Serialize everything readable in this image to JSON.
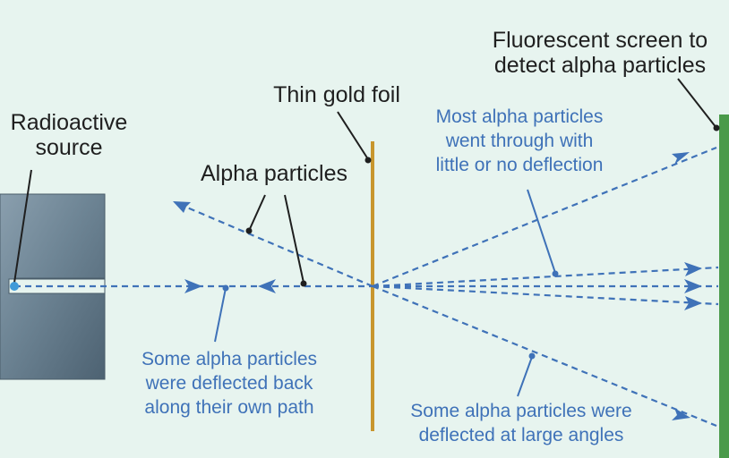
{
  "labels": {
    "source": [
      "Radioactive",
      "source"
    ],
    "alpha": "Alpha particles",
    "foil": "Thin gold foil",
    "screen": [
      "Fluorescent screen to",
      "detect alpha particles"
    ],
    "most": [
      "Most alpha particles",
      "went through with",
      "little or no deflection"
    ],
    "back": [
      "Some alpha particles",
      "were deflected back",
      "along their own path"
    ],
    "large": [
      "Some alpha particles were",
      "deflected at large angles"
    ]
  },
  "colors": {
    "background": "#e7f4ef",
    "ray": "#3f72b8",
    "foil": "#c8962e",
    "screen": "#4a9a4a",
    "label_dark": "#1f1f1f",
    "label_blue": "#3f72b8"
  }
}
